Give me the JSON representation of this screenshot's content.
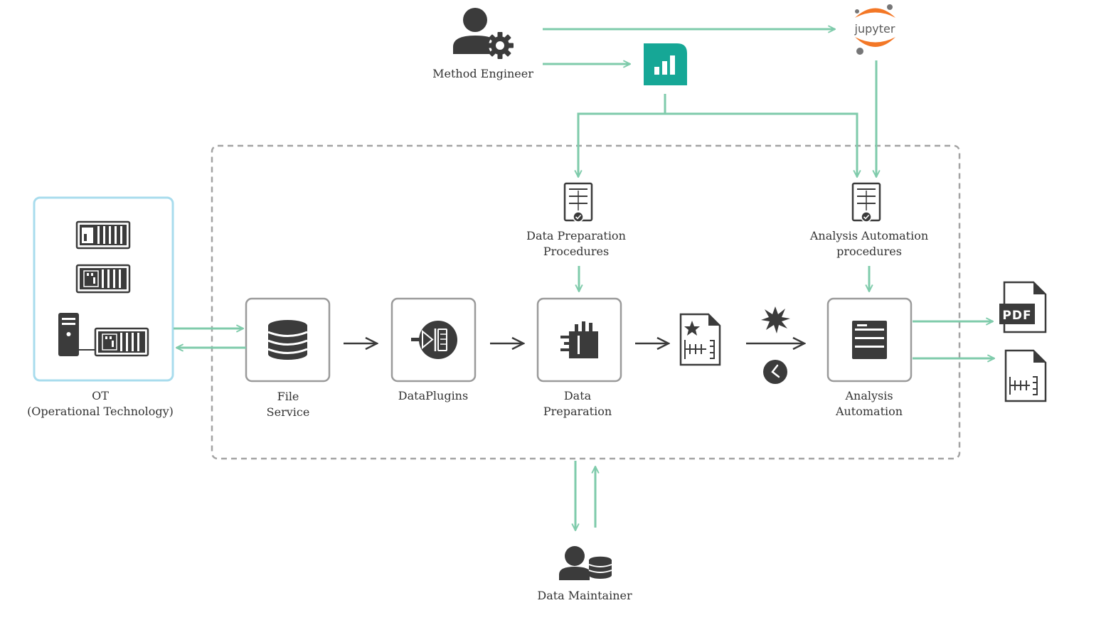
{
  "colors": {
    "flow_arrow": "#7fcbab",
    "process_arrow": "#3a3a3a",
    "icon_dark": "#3b3b3b",
    "box_border": "#9a9a9a",
    "dashed_frame": "#a3a3a3",
    "ot_border": "#a8dced",
    "jupyter_orange": "#f37726",
    "jupyter_gray": "#767677",
    "analytics_teal": "#16a796"
  },
  "icons": {
    "method_engineer": "user-gear-icon",
    "analytics_app": "bar-chart-app-icon",
    "jupyter": "jupyter-logo",
    "procedure_file": "procedure-document-icon",
    "file_service": "database-icon",
    "dataplugins": "plugin-arrow-icon",
    "data_preparation": "data-preparation-icon",
    "data_file": "starred-data-file-icon",
    "trigger_event": "starburst-event-icon",
    "trigger_time": "clock-icon",
    "analysis_automation": "server-stack-icon",
    "pdf_output": "pdf-file-icon",
    "data_output": "data-file-icon",
    "data_maintainer": "user-database-icon",
    "ot_devices": "plc-rack-icon"
  },
  "labels": {
    "method_engineer": "Method Engineer",
    "jupyter_wordmark": "jupyter",
    "data_prep_procedures": [
      "Data Preparation",
      "Procedures"
    ],
    "analysis_procedures": [
      "Analysis Automation",
      "procedures"
    ],
    "ot": [
      "OT",
      "(Operational Technology)"
    ],
    "file_service": [
      "File",
      "Service"
    ],
    "dataplugins": [
      "DataPlugins"
    ],
    "data_preparation": [
      "Data",
      "Preparation"
    ],
    "analysis_automation": [
      "Analysis",
      "Automation"
    ],
    "pdf_badge": "PDF",
    "data_maintainer": "Data Maintainer"
  }
}
